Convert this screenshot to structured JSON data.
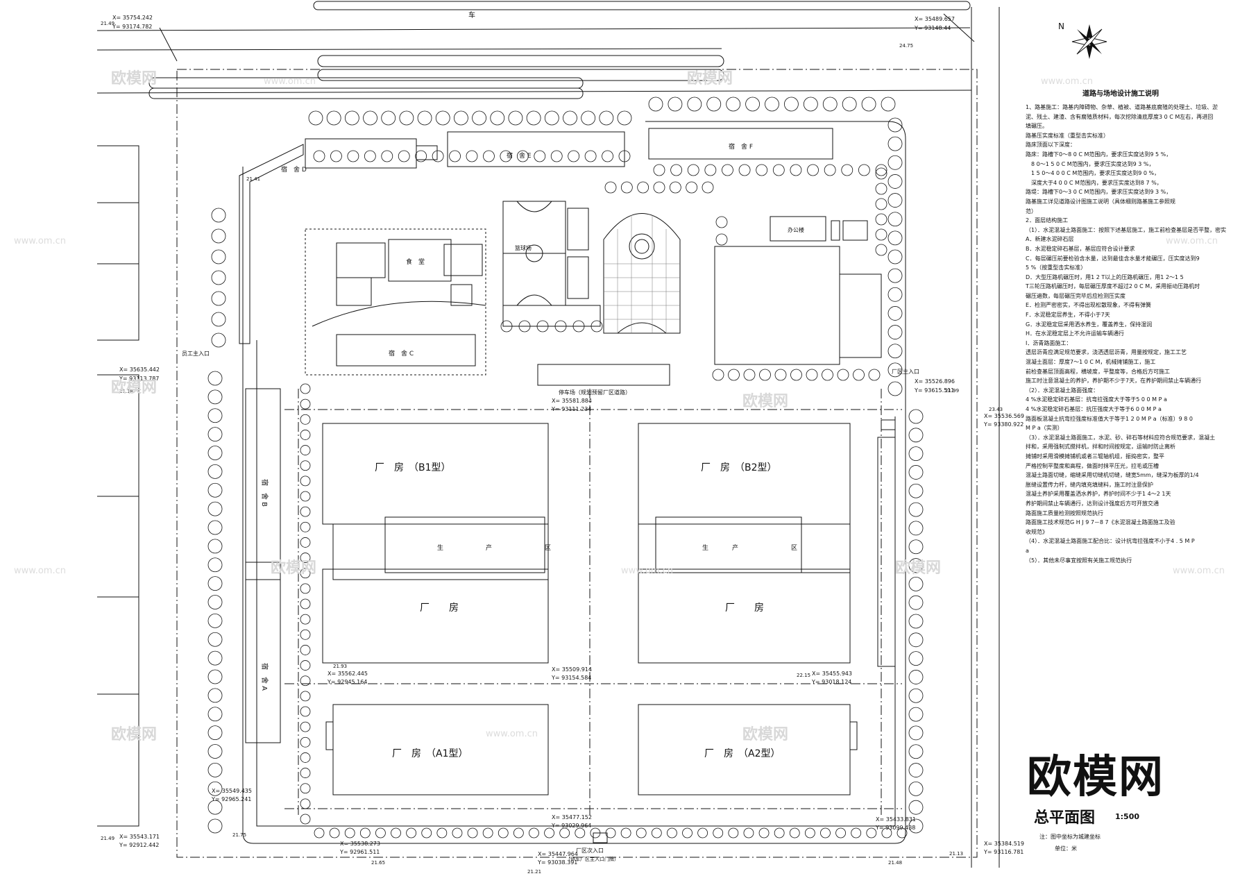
{
  "plan": {
    "road_top": "车",
    "factories": {
      "b1": "厂　房　（B1型）",
      "b2": "厂　房　（B2型）",
      "mid_left": "厂　　房",
      "mid_right": "厂　　房",
      "a1": "厂　房　（A1型）",
      "a2": "厂　房　（A2型）"
    },
    "production_area": [
      "生",
      "产",
      "区"
    ],
    "dormitories": {
      "d_top_left": "宿　舍 D",
      "d_top_mid": "宿　舍 E",
      "d_top_right": "宿　舍 F",
      "d_left_b": "宿　舍 B",
      "d_left_a": "宿　舍 A",
      "d_center": "宿　舍 C"
    },
    "canteen": "食　堂",
    "basketball": "篮球场",
    "office": "办公楼",
    "entrances": {
      "west": "员工主入口",
      "east": "厂区主入口",
      "south": "厂区次入口",
      "south_sub": "（停车厂区主入口门牌）",
      "center": "停车场（规划预留厂区道路）"
    },
    "coords": [
      "X= 35754.242",
      "Y= 93174.782",
      "X= 35489.657",
      "Y= 93148.44",
      "X= 35635.442",
      "Y= 93113.787",
      "X= 35581.884",
      "Y= 93111.234",
      "X= 35526.896",
      "Y= 93615.511",
      "X= 35536.569",
      "Y= 93380.922",
      "X= 35562.445",
      "Y= 92945.164",
      "X= 35509.914",
      "Y= 93154.584",
      "X= 35455.943",
      "Y= 93018.124",
      "X= 35549.435",
      "Y= 92965.241",
      "X= 35477.152",
      "Y= 93029.964",
      "X= 35433.831",
      "Y= 93099.438",
      "X= 35543.171",
      "Y= 92912.442",
      "X= 35538.273",
      "Y= 92961.511",
      "X= 35447.964",
      "Y= 93038.391",
      "X= 35384.519",
      "Y= 93116.781"
    ],
    "elevations": [
      "21.49",
      "24.75",
      "23.43",
      "21.99",
      "21.18",
      "21.93",
      "22.15",
      "21.49",
      "21.65",
      "21.21",
      "21.48",
      "21.41",
      "21.75",
      "21.13"
    ]
  },
  "notes": {
    "title": "道路与场地设计施工说明",
    "lines": [
      "1、路基施工：路基内障碍物、杂草、植被、道路基底腐殖的处理土、垃圾、淤",
      "泥、残土、建渣、含有腐殖质材料，每次挖除清底厚度3 0 C M左右，再进回",
      "填碾压。",
      "路基压实度标准（重型击实标准）",
      "路床顶面以下深度：",
      "路床：路槽下0～8 0 C M范围内，要求压实度达到9 5 %，",
      "　8 0～1 5 0 C M范围内，要求压实度达到9 3 %，",
      "　1 5 0～4 0 0 C M范围内，要求压实度达到9 0 %，",
      "　深度大于4 0 0 C M范围内，要求压实度达到8 7 %，",
      "路堤：路槽下0～3 0 C M范围内，要求压实度达到9 3 %，",
      "路基施工详见道路设计图施工说明（具体细则路基施工参照规",
      "范）",
      "2．面层结构施工",
      "（1）．水泥混凝土路面施工：按照下述基层施工，施工前检查基层是否平整，密实",
      "A．新建水泥碎石层",
      "B．水泥稳定碎石基层，基层应符合设计要求",
      "C．每层碾压前要检验含水量，达到最佳含水量才能碾压，压实度达到9",
      "5 %（按重型击实标准）",
      "D．大型压路机碾压时，用1 2 T以上的压路机碾压，用1 2～1 5",
      "T三轮压路机碾压时，每层碾压厚度不超过2 0 C M，采用振动压路机时",
      "碾压遍数，每层碾压完毕后应检测压实度",
      "E．检测严密密实，不得出现松散现象，不得有弹簧",
      "F．水泥稳定层养生，不得小于7天",
      "G．水泥稳定层采用洒水养生，覆盖养生，保持湿润",
      "H．在水泥稳定层上不允许运输车辆通行",
      "I．沥青路面施工：",
      "透层沥青应满足规范要求，浇洒透层沥青，用量按规定，施工工艺",
      "混凝土面层：厚度7～1 0 C M，机械摊铺施工，施工",
      "前检查基层顶面高程，横坡度，平整度等，合格后方可施工",
      "施工时注意混凝土的养护，养护期不少于7天，在养护期间禁止车辆通行",
      "（2）．水泥混凝土路面强度：",
      "4 %水泥稳定碎石基层：抗弯拉强度大于等于5 0 0 M P a",
      "4 %水泥稳定碎石基层：抗压强度大于等于6 0 0 M P a",
      "路面板混凝土抗弯拉强度标准值大于等于1 2 0 M P a（标准）9 8 0",
      "M P a（实测）",
      "（3）．水泥混凝土路面施工，水泥、砂、碎石等材料应符合规范要求，混凝土",
      "拌和，采用强制式搅拌机，拌和时间按规定，运输时防止离析",
      "摊铺时采用滑模摊铺机或者三辊轴机组，振捣密实，整平",
      "严格控制平整度和高程，做面时抹平压光，拉毛或压槽",
      "混凝土路面切缝，缩缝采用切缝机切缝，缝宽5mm，缝深为板厚的1/4",
      "胀缝设置传力杆，缝内填充填缝料，施工时注意保护",
      "混凝土养护采用覆盖洒水养护，养护时间不少于1 4～2 1天",
      "养护期间禁止车辆通行，达到设计强度后方可开放交通",
      "路面施工质量检测按照规范执行",
      "路面施工技术规范G H J 9 7－8 7《水泥混凝土路面施工及验",
      "收规范》",
      "（4）．水泥混凝土路面施工配合比：设计抗弯拉强度不小于4 . 5 M P",
      "a",
      "（5）．其他未尽事宜按照有关施工规范执行"
    ]
  },
  "titleblock": {
    "title": "总平面图",
    "scale": "1:500",
    "note1": "注：图中坐标为城建坐标",
    "note2": "单位：米"
  },
  "watermark": {
    "brand": "欧模网",
    "small": "欧模网",
    "url": "www.om.cn"
  }
}
